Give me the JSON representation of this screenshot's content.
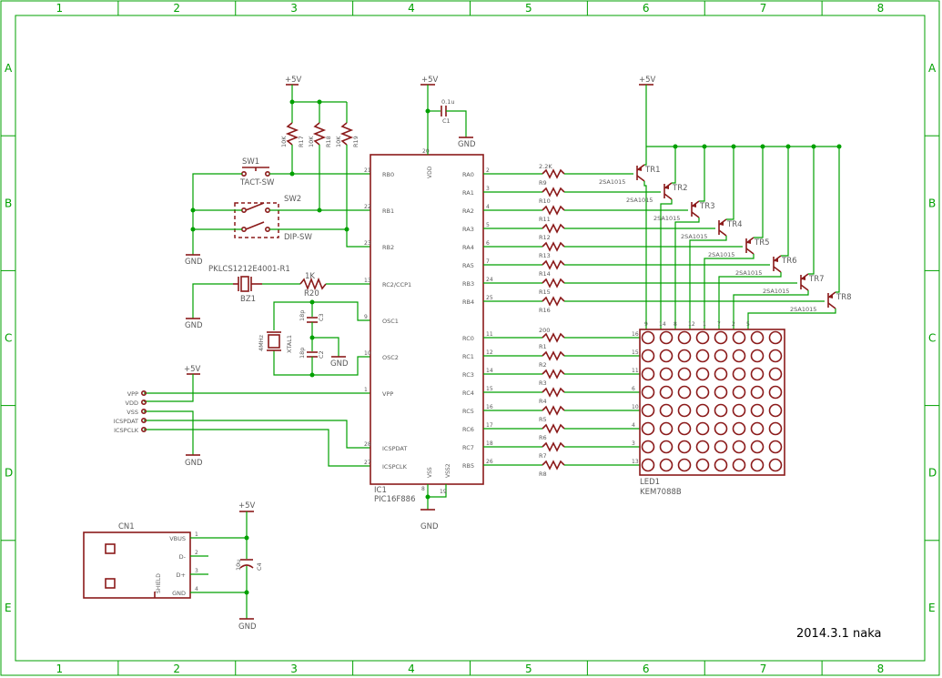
{
  "frame": {
    "columns": [
      "1",
      "2",
      "3",
      "4",
      "5",
      "6",
      "7",
      "8"
    ],
    "rows": [
      "A",
      "B",
      "C",
      "D",
      "E"
    ]
  },
  "labels": {
    "vplus": "+5V",
    "gnd": "GND",
    "ic1_name": "IC1",
    "ic1_value": "PIC16F886",
    "c1_name": "C1",
    "c1_value": "0.1u",
    "sw1_name": "SW1",
    "sw1_value": "TACT-SW",
    "sw2_name": "SW2",
    "sw2_value": "DIP-SW",
    "r17": "R17",
    "r18": "R18",
    "r19": "R19",
    "r_10k": "10K",
    "bz1_name": "BZ1",
    "bz1_value": "PKLCS1212E4001-R1",
    "r20_name": "R20",
    "r20_value": "1K",
    "xtal_name": "XTAL1",
    "xtal_value": "4MHz",
    "c2_name": "C2",
    "c3_name": "C3",
    "c_18p": "18p",
    "r9_value": "2.2K",
    "rc_value": "200",
    "tr_value": "2SA1015",
    "led_name": "LED1",
    "led_value": "KEM7088B",
    "cn1_name": "CN1",
    "c4_name": "C4",
    "c4_value": "10u",
    "signature": "2014.3.1 naka"
  },
  "ic_pins_left": [
    {
      "num": "21",
      "name": "RB0"
    },
    {
      "num": "22",
      "name": "RB1"
    },
    {
      "num": "23",
      "name": "RB2"
    },
    {
      "num": "13",
      "name": "RC2/CCP1"
    },
    {
      "num": "9",
      "name": "OSC1"
    },
    {
      "num": "10",
      "name": "OSC2"
    },
    {
      "num": "1",
      "name": "VPP"
    },
    {
      "num": "28",
      "name": "ICSPDAT"
    },
    {
      "num": "27",
      "name": "ICSPCLK"
    }
  ],
  "ic_pins_right": [
    {
      "num": "2",
      "name": "RA0"
    },
    {
      "num": "3",
      "name": "RA1"
    },
    {
      "num": "4",
      "name": "RA2"
    },
    {
      "num": "5",
      "name": "RA3"
    },
    {
      "num": "6",
      "name": "RA4"
    },
    {
      "num": "7",
      "name": "RA5"
    },
    {
      "num": "24",
      "name": "RB3"
    },
    {
      "num": "25",
      "name": "RB4"
    },
    {
      "num": "11",
      "name": "RC0"
    },
    {
      "num": "12",
      "name": "RC1"
    },
    {
      "num": "14",
      "name": "RC3"
    },
    {
      "num": "15",
      "name": "RC4"
    },
    {
      "num": "16",
      "name": "RC5"
    },
    {
      "num": "17",
      "name": "RC6"
    },
    {
      "num": "18",
      "name": "RC7"
    },
    {
      "num": "26",
      "name": "RB5"
    }
  ],
  "ic_pins_other": [
    {
      "num": "20",
      "name": "VDD"
    },
    {
      "num": "8",
      "name": "VSS"
    },
    {
      "num": "19",
      "name": "VSS2"
    }
  ],
  "row_resistors": [
    "R9",
    "R10",
    "R11",
    "R12",
    "R13",
    "R14",
    "R15",
    "R16"
  ],
  "col_resistors": [
    "R1",
    "R2",
    "R3",
    "R4",
    "R5",
    "R6",
    "R7",
    "R8"
  ],
  "transistors": [
    "TR1",
    "TR2",
    "TR3",
    "TR4",
    "TR5",
    "TR6",
    "TR7",
    "TR8"
  ],
  "led_col_pins": [
    "16",
    "15",
    "11",
    "6",
    "10",
    "4",
    "3",
    "13"
  ],
  "led_top_pins": [
    "9",
    "14",
    "8",
    "12",
    "1",
    "7",
    "2",
    "5"
  ],
  "icsp_pins": [
    "VPP",
    "VDD",
    "VSS",
    "ICSPDAT",
    "ICSPCLK"
  ],
  "cn1_pins": [
    {
      "num": "1",
      "name": "VBUS"
    },
    {
      "num": "2",
      "name": "D-"
    },
    {
      "num": "3",
      "name": "D+"
    },
    {
      "num": "4",
      "name": "GND"
    }
  ],
  "cn1_shield": "SHIELD"
}
